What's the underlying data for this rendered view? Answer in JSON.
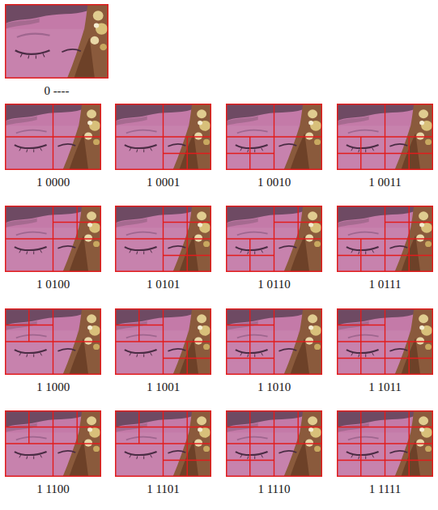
{
  "diagram": {
    "nodes": [
      {
        "text": [
          "0 ----"
        ]
      },
      {
        "text": [
          "1 0000"
        ]
      },
      {
        "text": [
          "1 0001"
        ]
      },
      {
        "text": [
          "1 0010"
        ]
      },
      {
        "text": [
          "1 0011"
        ]
      },
      {
        "text": [
          "1 0100"
        ]
      },
      {
        "text": [
          "1 0101"
        ]
      },
      {
        "text": [
          "1 0110"
        ]
      },
      {
        "text": [
          "1 0111"
        ]
      },
      {
        "text": [
          "1 1000"
        ]
      },
      {
        "text": [
          "1 1001"
        ]
      },
      {
        "text": [
          "1 1010"
        ]
      },
      {
        "text": [
          "1 1011"
        ]
      },
      {
        "text": [
          "1 1100"
        ]
      },
      {
        "text": [
          "1 1101"
        ]
      },
      {
        "text": [
          "1 1110"
        ]
      },
      {
        "text": [
          "1 1111"
        ]
      }
    ]
  }
}
